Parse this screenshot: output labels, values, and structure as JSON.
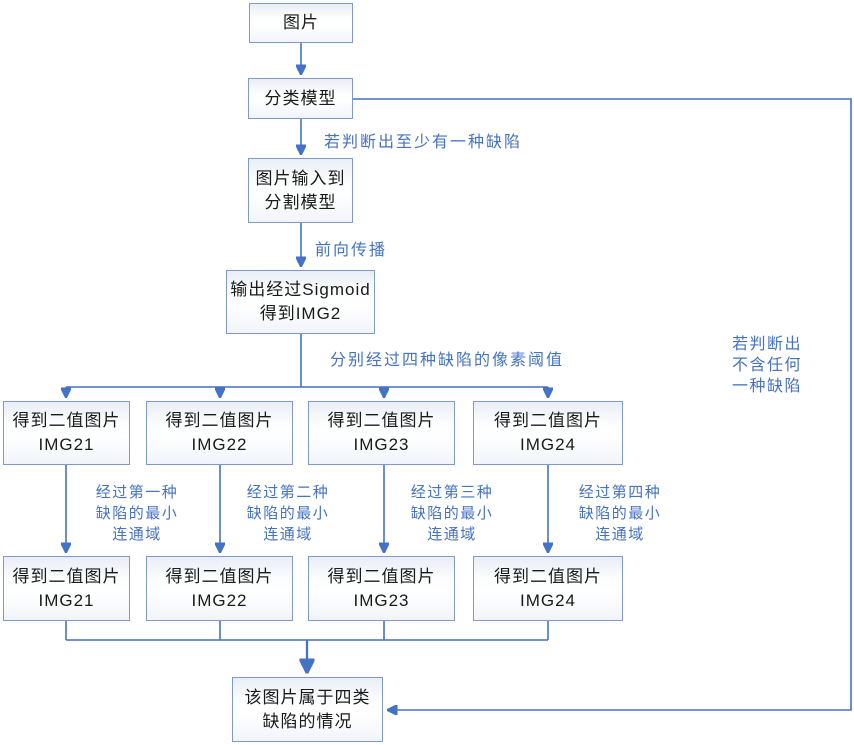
{
  "colors": {
    "line_color": "#4472C4",
    "box_border": "#7E99CC",
    "label_text": "#4472C4",
    "node_text": "#1a1a1a"
  },
  "nodes": {
    "image": {
      "text": "图片"
    },
    "classifier": {
      "text": "分类模型"
    },
    "seg_input": {
      "text": "图片输入到\n分割模型"
    },
    "sigmoid": {
      "text": "输出经过Sigmoid\n得到IMG2"
    },
    "row1": [
      {
        "text": "得到二值图片\nIMG21"
      },
      {
        "text": "得到二值图片\nIMG22"
      },
      {
        "text": "得到二值图片\nIMG23"
      },
      {
        "text": "得到二值图片\nIMG24"
      }
    ],
    "row2": [
      {
        "text": "得到二值图片\nIMG21"
      },
      {
        "text": "得到二值图片\nIMG22"
      },
      {
        "text": "得到二值图片\nIMG23"
      },
      {
        "text": "得到二值图片\nIMG24"
      }
    ],
    "final": {
      "text": "该图片属于四类\n缺陷的情况"
    }
  },
  "edge_labels": {
    "at_least_one_defect": "若判断出至少有一种缺陷",
    "forward_prop": "前向传播",
    "four_thresholds": "分别经过四种缺陷的像素阈值",
    "no_defect": "若判断出不含任何\n一种缺陷",
    "min_connected": [
      "经过第一种\n缺陷的最小\n连通域",
      "经过第二种\n缺陷的最小\n连通域",
      "经过第三种\n缺陷的最小\n连通域",
      "经过第四种\n缺陷的最小\n连通域"
    ]
  }
}
